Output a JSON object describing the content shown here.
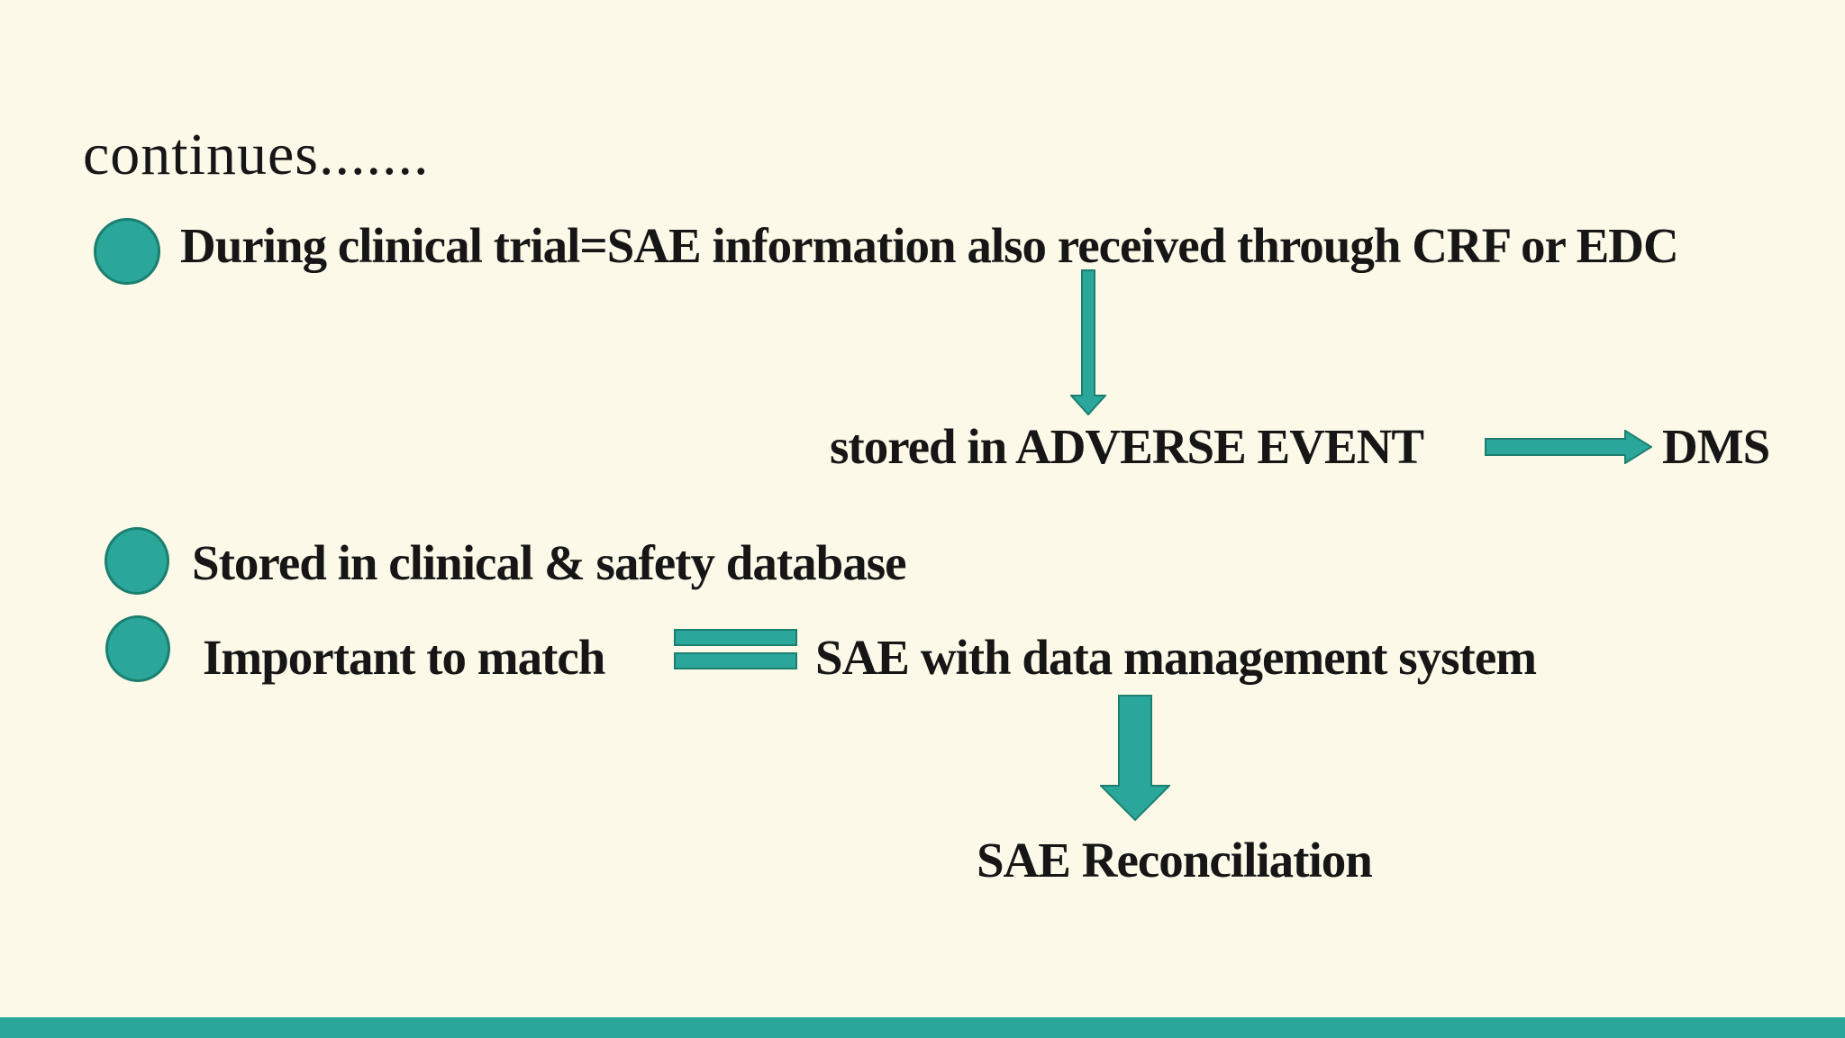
{
  "slide": {
    "title": "continues.......",
    "bullets": [
      "During clinical trial=SAE information also received through CRF or EDC",
      "Stored in clinical & safety database",
      "Important to match"
    ],
    "flow_crf": {
      "stored_node": "stored in ADVERSE EVENT",
      "target_node": "DMS"
    },
    "flow_match": {
      "rhs_text": "SAE with data management system",
      "result": "SAE Reconciliation"
    },
    "icons": {
      "bullet": "filled-circle",
      "arrow_down_thin": "down-arrow",
      "arrow_down_thick": "down-arrow",
      "arrow_right": "right-arrow",
      "equals": "equals-sign"
    },
    "colors": {
      "background": "#fdf9e9",
      "teal": "#2aa79a",
      "teal_dark": "#1b7f70",
      "text": "#161616",
      "footer_bar": "#2aa79a"
    }
  }
}
